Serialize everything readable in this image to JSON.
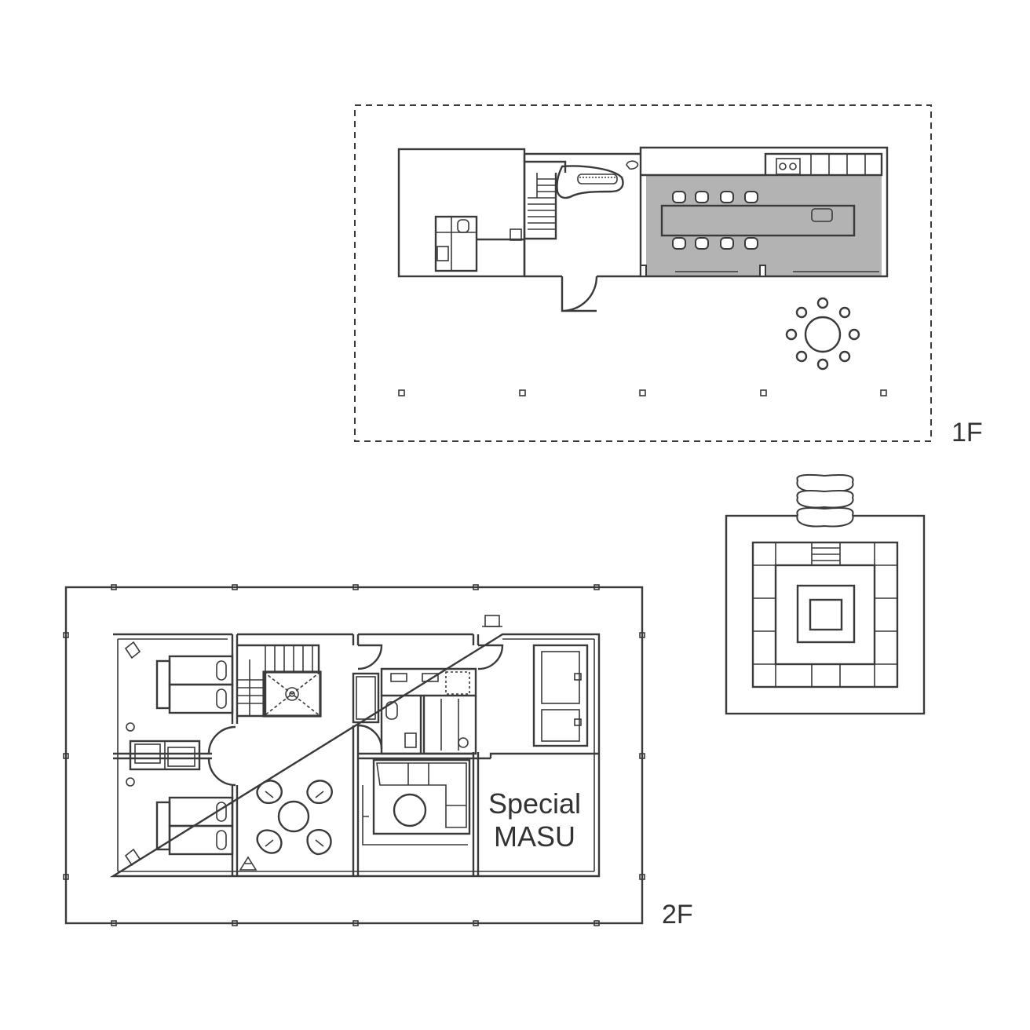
{
  "floors": {
    "first": {
      "label": "1F"
    },
    "second": {
      "label": "2F"
    }
  },
  "rooms": {
    "special": {
      "line1": "Special",
      "line2": "MASU"
    }
  },
  "colors": {
    "line": "#3a3a3a",
    "highlight": "#b3b3b3",
    "background": "#ffffff",
    "text": "#333333"
  }
}
